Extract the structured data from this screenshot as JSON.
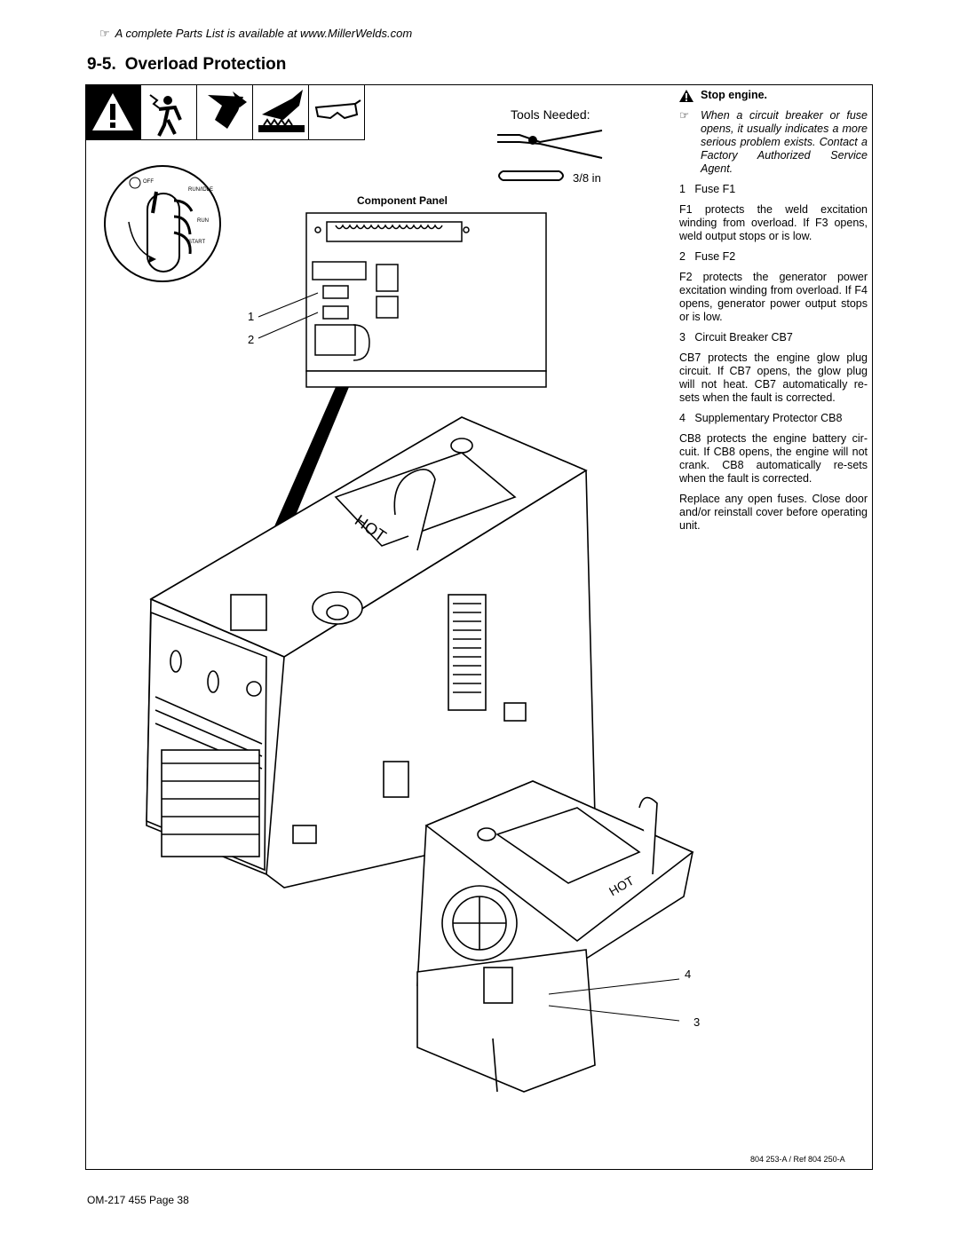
{
  "note_top": {
    "symbol": "☞",
    "text": "A complete Parts List is available at www.MillerWelds.com"
  },
  "section": {
    "number": "9-5.",
    "title": "Overload Protection"
  },
  "tools": {
    "label": "Tools Needed:",
    "wrench_size": "3/8 in"
  },
  "switch_labels": {
    "off": "OFF",
    "run_idle": "RUN/IDLE",
    "run": "RUN",
    "start": "START"
  },
  "component_panel_label": "Component Panel",
  "callouts": {
    "c1": "1",
    "c2": "2",
    "c3": "3",
    "c4": "4"
  },
  "hot_label": "HOT",
  "instructions": {
    "warning": "Stop engine.",
    "note_symbol": "☞",
    "note": "When a circuit breaker or fuse opens, it usually indicates a more serious problem exists. Contact a Factory Authorized Service Agent.",
    "items": [
      {
        "num": "1",
        "label": "Fuse F1",
        "desc": "F1 protects the weld excitation winding from overload. If F3 opens, weld output stops or is low."
      },
      {
        "num": "2",
        "label": "Fuse F2",
        "desc": "F2 protects the generator power excitation winding from overload. If F4 opens, generator power output stops or is low."
      },
      {
        "num": "3",
        "label": "Circuit Breaker CB7",
        "desc": "CB7 protects the engine glow plug circuit. If CB7 opens, the glow plug will not heat. CB7 automatically re-sets when the fault is corrected."
      },
      {
        "num": "4",
        "label": "Supplementary Protector CB8",
        "desc": "CB8 protects the engine battery cir-cuit. If CB8 opens, the engine will not crank. CB8 automatically re-sets when the fault is corrected."
      }
    ],
    "closing": "Replace any open fuses. Close door and/or reinstall cover before operating unit."
  },
  "figure_ref": "804 253-A / Ref 804 250-A",
  "footer": "OM-217 455 Page 38"
}
